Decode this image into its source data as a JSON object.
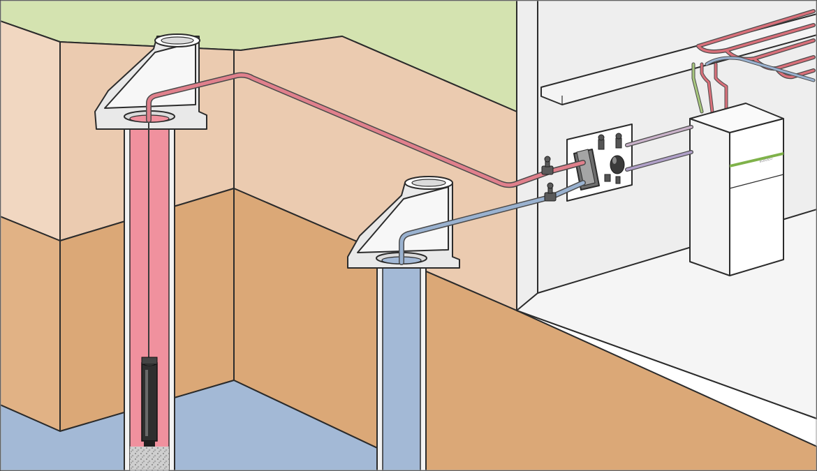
{
  "figure": {
    "subject": "",
    "colors": {
      "lawn": "#d4e3b0",
      "soil_upper": "#ebcbb0",
      "soil_upper_side": "#f1d7c1",
      "soil_lower": "#dba877",
      "soil_lower_side": "#e1b285",
      "groundwater": "#a3b9d6",
      "house_wall": "#eeeeee",
      "supply_well_water": "#f0919e",
      "return_well_water": "#a3b9d6",
      "supply_pipe": "#e0808c",
      "return_pipe": "#9ab2d0",
      "heat_pump_body": "#ffffff",
      "heat_pump_stripe": "#7fb24a",
      "floor_heating": "#d9707a"
    },
    "components": [
      {
        "id": "supply-well",
        "icon": "well-shaft-icon"
      },
      {
        "id": "submersible-pump",
        "icon": "pump-icon"
      },
      {
        "id": "return-well",
        "icon": "well-shaft-icon"
      },
      {
        "id": "heat-exchanger",
        "icon": "heat-exchanger-icon"
      },
      {
        "id": "heat-pump",
        "icon": "heat-pump-icon",
        "brand_text": "ecoGEO"
      },
      {
        "id": "underfloor-heating",
        "icon": "heating-coil-icon"
      }
    ]
  }
}
